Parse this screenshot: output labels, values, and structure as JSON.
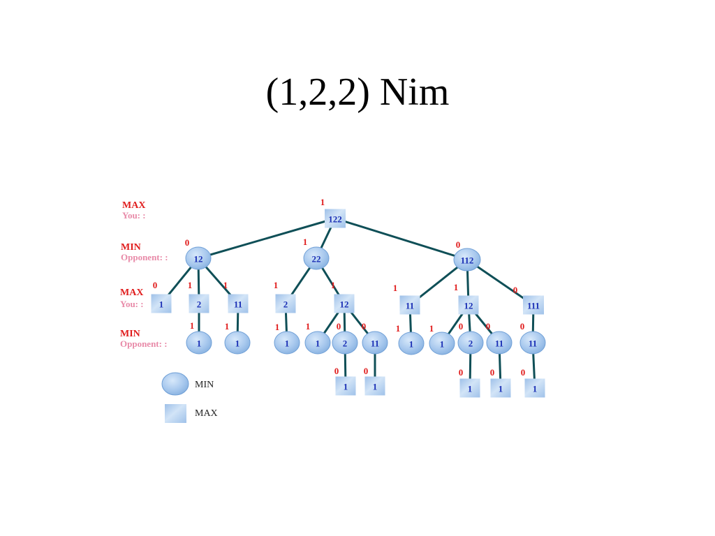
{
  "title": "(1,2,2) Nim",
  "colors": {
    "edge": "#0f4f57",
    "node_text": "#1a2fb5",
    "value_text": "#e01c1c",
    "level_role": "#e01c1c",
    "level_player": "#e88aa8",
    "node_fill": "#a9c9ee",
    "node_stroke": "#6f9fd6"
  },
  "levels": [
    {
      "role": "MAX",
      "player": "You: :"
    },
    {
      "role": "MIN",
      "player": "Opponent: :"
    },
    {
      "role": "MAX",
      "player": "You: :"
    },
    {
      "role": "MIN",
      "player": "Opponent: :"
    }
  ],
  "legend": [
    {
      "shape": "circle",
      "label": "MIN"
    },
    {
      "shape": "square",
      "label": "MAX"
    }
  ],
  "nodes": [
    {
      "id": "n0",
      "label": "122",
      "shape": "square",
      "value": "1",
      "parent": null
    },
    {
      "id": "n1",
      "label": "12",
      "shape": "circle",
      "value": "0",
      "parent": "n0"
    },
    {
      "id": "n2",
      "label": "22",
      "shape": "circle",
      "value": "1",
      "parent": "n0"
    },
    {
      "id": "n3",
      "label": "112",
      "shape": "circle",
      "value": "0",
      "parent": "n0"
    },
    {
      "id": "n4",
      "label": "1",
      "shape": "square",
      "value": "0",
      "parent": "n1"
    },
    {
      "id": "n5",
      "label": "2",
      "shape": "square",
      "value": "1",
      "parent": "n1"
    },
    {
      "id": "n6",
      "label": "11",
      "shape": "square",
      "value": "1",
      "parent": "n1"
    },
    {
      "id": "n7",
      "label": "2",
      "shape": "square",
      "value": "1",
      "parent": "n2"
    },
    {
      "id": "n8",
      "label": "12",
      "shape": "square",
      "value": "1",
      "parent": "n2"
    },
    {
      "id": "n9",
      "label": "11",
      "shape": "square",
      "value": "1",
      "parent": "n3"
    },
    {
      "id": "n10",
      "label": "12",
      "shape": "square",
      "value": "1",
      "parent": "n3"
    },
    {
      "id": "n11",
      "label": "111",
      "shape": "square",
      "value": "0",
      "parent": "n3"
    },
    {
      "id": "n12",
      "label": "1",
      "shape": "circle",
      "value": "1",
      "parent": "n5"
    },
    {
      "id": "n13",
      "label": "1",
      "shape": "circle",
      "value": "1",
      "parent": "n6"
    },
    {
      "id": "n14",
      "label": "1",
      "shape": "circle",
      "value": "1",
      "parent": "n7"
    },
    {
      "id": "n15",
      "label": "1",
      "shape": "circle",
      "value": "1",
      "parent": "n8"
    },
    {
      "id": "n16",
      "label": "2",
      "shape": "circle",
      "value": "0",
      "parent": "n8"
    },
    {
      "id": "n17",
      "label": "11",
      "shape": "circle",
      "value": "0",
      "parent": "n8"
    },
    {
      "id": "n18",
      "label": "1",
      "shape": "circle",
      "value": "1",
      "parent": "n9"
    },
    {
      "id": "n19",
      "label": "1",
      "shape": "circle",
      "value": "1",
      "parent": "n10"
    },
    {
      "id": "n20",
      "label": "2",
      "shape": "circle",
      "value": "0",
      "parent": "n10"
    },
    {
      "id": "n21",
      "label": "11",
      "shape": "circle",
      "value": "0",
      "parent": "n10"
    },
    {
      "id": "n22",
      "label": "11",
      "shape": "circle",
      "value": "0",
      "parent": "n11"
    },
    {
      "id": "n23",
      "label": "1",
      "shape": "square",
      "value": "0",
      "parent": "n16"
    },
    {
      "id": "n24",
      "label": "1",
      "shape": "square",
      "value": "0",
      "parent": "n17"
    },
    {
      "id": "n25",
      "label": "1",
      "shape": "square",
      "value": "0",
      "parent": "n20"
    },
    {
      "id": "n26",
      "label": "1",
      "shape": "square",
      "value": "0",
      "parent": "n21"
    },
    {
      "id": "n27",
      "label": "1",
      "shape": "square",
      "value": "0",
      "parent": "n22"
    }
  ]
}
